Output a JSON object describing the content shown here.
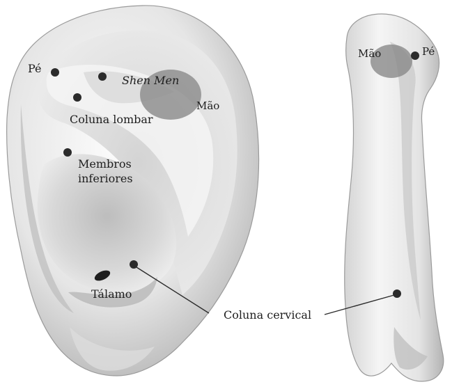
{
  "diagram": {
    "labels": {
      "pe_left": "Pé",
      "shen_men": "Shen Men",
      "mao_left": "Mão",
      "coluna_lombar": "Coluna lombar",
      "membros_1": "Membros",
      "membros_2": "inferiores",
      "talamo": "Tálamo",
      "coluna_cervical": "Coluna cervical",
      "mao_right": "Mão",
      "pe_right": "Pé"
    },
    "colors": {
      "ink": "#1e1e1e",
      "point": "#2b2b2b",
      "zone": "#8a8a8a",
      "ear_light": "#f2f2f2",
      "ear_mid": "#d2d2d2",
      "ear_dark": "#9a9a9a"
    }
  }
}
